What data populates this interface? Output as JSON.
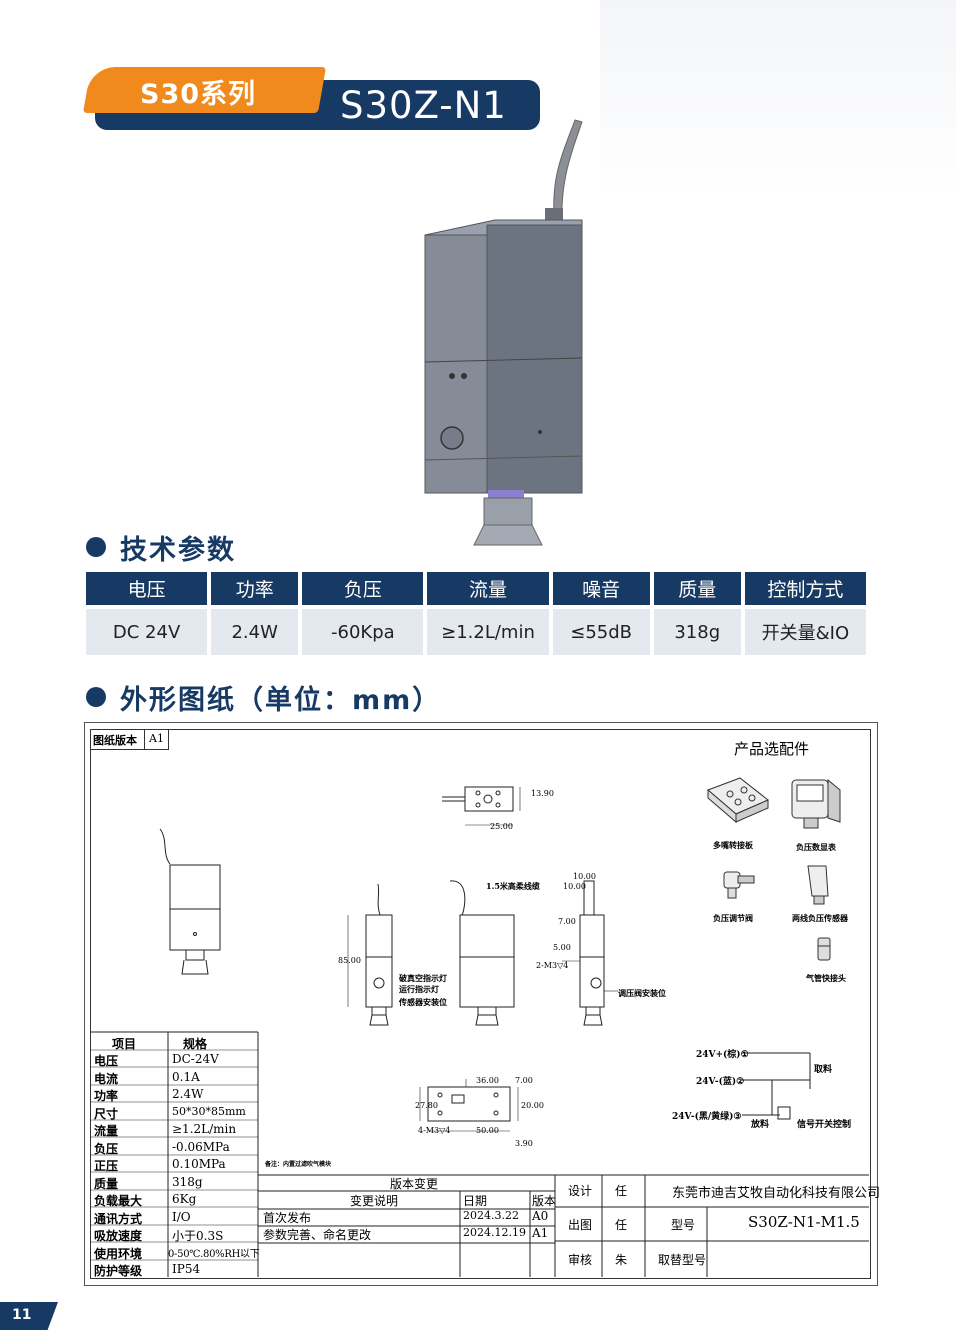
{
  "header": {
    "series": "S30系列",
    "model": "S30Z-N1"
  },
  "sections": {
    "tech": "技术参数",
    "drawing": "外形图纸（单位：mm）"
  },
  "spec_table": {
    "headers": [
      "电压",
      "功率",
      "负压",
      "流量",
      "噪音",
      "质量",
      "控制方式"
    ],
    "values": [
      "DC 24V",
      "2.4W",
      "-60Kpa",
      "≥1.2L/min",
      "≤55dB",
      "318g",
      "开关量&IO"
    ]
  },
  "drawing": {
    "version_label": "图纸版本",
    "version_value": "A1",
    "accessories_title": "产品选配件",
    "accessories": [
      "多嘴转接板",
      "负压数显表",
      "负压调节阀",
      "两线负压传感器",
      "气管快接头"
    ],
    "dims": {
      "d1390": "13.90",
      "d2500": "25.00",
      "cable": "1.5米高柔线缆",
      "d1000a": "10.00",
      "d1000b": "10.00",
      "d700": "7.00",
      "d500": "5.00",
      "m3": "2-M3▽4",
      "d8500": "85.00",
      "d3600": "36.00",
      "d700b": "7.00",
      "d2780": "27.80",
      "d2000": "20.00",
      "m3b": "4-M3▽4",
      "d5000": "50.00",
      "d390": "3.90"
    },
    "callouts": [
      "破真空指示灯",
      "运行指示灯",
      "传感器安装位",
      "调压阀安装位"
    ],
    "wiring": [
      "24V+(棕)①",
      "24V-(蓝)②",
      "24V-(黑/黄绿)③",
      "取料",
      "放料",
      "信号开关控制"
    ],
    "note": "备注：内置过滤吹气模块",
    "spec_head": [
      "项目",
      "规格"
    ],
    "spec_rows": [
      [
        "电压",
        "DC-24V"
      ],
      [
        "电流",
        "0.1A"
      ],
      [
        "功率",
        "2.4W"
      ],
      [
        "尺寸",
        "50*30*85mm"
      ],
      [
        "流量",
        "≥1.2L/min"
      ],
      [
        "负压",
        "-0.06MPa"
      ],
      [
        "正压",
        "0.10MPa"
      ],
      [
        "质量",
        "318g"
      ],
      [
        "负载最大",
        "6Kg"
      ],
      [
        "通讯方式",
        "I/O"
      ],
      [
        "吸放速度",
        "小于0.3S"
      ],
      [
        "使用环境",
        "0-50℃.80%RH以下"
      ],
      [
        "防护等级",
        "IP54"
      ]
    ],
    "version_change": "版本变更",
    "change_head": [
      "变更说明",
      "日期",
      "版本"
    ],
    "change_rows": [
      [
        "首次发布",
        "2024.3.22",
        "A0"
      ],
      [
        "参数完善、命名更改",
        "2024.12.19",
        "A1"
      ]
    ],
    "title_block": {
      "design_label": "设计",
      "design_name": "任",
      "draw_label": "出图",
      "draw_name": "任",
      "review_label": "审核",
      "review_name": "朱",
      "company": "东莞市迪吉艾牧自动化科技有限公司",
      "model_label": "型号",
      "model_value": "S30Z-N1-M1.5",
      "replace_label": "取替型号"
    }
  },
  "page": {
    "number": "11"
  },
  "colors": {
    "navy": "#173a64",
    "orange": "#f08a1c",
    "cell": "#e4e8ef",
    "body": "#7b8391"
  }
}
